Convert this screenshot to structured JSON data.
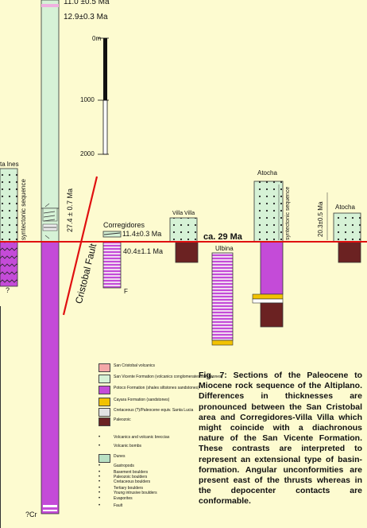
{
  "ages": {
    "top": "11.0 ±0.5 Ma",
    "second": "12.9±0.3 Ma",
    "tectonic_27": "27.4 ± 0.7 Ma",
    "corregidores_114": "11.4±0.3 Ma",
    "corregidores_404": "40.4±1.1 Ma",
    "ca29": "ca. 29 Ma",
    "atocha_203": "20.3±0.5 Ma"
  },
  "scale": {
    "label_0": "0m",
    "label_1000": "1000",
    "label_2000": "2000"
  },
  "sections": {
    "left": "ta lnes",
    "corregidores": "Corregidores",
    "villa_villa": "Villa Villa",
    "ulbina": "Ulbina",
    "atocha_center": "Atocha",
    "atocha_right": "Atocha"
  },
  "vertical_labels": {
    "syntectonic_left": "syntectonic sequence",
    "syntectonic_right": "syntectonic sequence",
    "fault": "Cristobal Fault"
  },
  "markers": {
    "question": "?",
    "question_cr": "?Cr",
    "F": "F"
  },
  "legend": [
    {
      "label": "San Cristobal volcanics",
      "color": "#f4a8a8"
    },
    {
      "label": "San Vicente Formation (volcanics conglomerates sandstones)",
      "color": "#d6f2d6"
    },
    {
      "label": "Potoco Formation (shales siltstones sandstones)",
      "color": "#c44bd8"
    },
    {
      "label": "Cayara Formation (sandstones)",
      "color": "#f2c200"
    },
    {
      "label": "Cretaceous (?)/Paleocene equiv. Santa Lucia",
      "color": "#e2e2e2"
    },
    {
      "label": "Paleozoic",
      "color": "#6b2222"
    },
    {
      "label": "Volcanics and volcanic breccias",
      "color": ""
    },
    {
      "label": "Volcanic bombs",
      "color": ""
    },
    {
      "label": "Dunes",
      "color": "#b8e0c4"
    },
    {
      "label": "Gastropods",
      "color": ""
    },
    {
      "label": "Basement boulders",
      "color": ""
    },
    {
      "label": "Paleozoic boulders",
      "color": ""
    },
    {
      "label": "Cretaceous boulders",
      "color": ""
    },
    {
      "label": "Tertiary boulders",
      "color": ""
    },
    {
      "label": "Young intrusive boulders",
      "color": ""
    },
    {
      "label": "Evaporites",
      "color": ""
    },
    {
      "label": "Fault",
      "color": ""
    }
  ],
  "caption": {
    "prefix": "Fig. 7:",
    "text": " Sections of the Paleocene to Miocene rock sequence of the Altiplano. Differences in thicknesses are pronounced between the San Cristobal area and Corregidores-Villa Villa which might coincide with a diachronous nature of the San Vicente Formation. These contrasts are interpreted to represent an extensional type of basin-formation. Angular unconformities are present east of the thrusts whereas in the depocenter contacts are conformable."
  }
}
